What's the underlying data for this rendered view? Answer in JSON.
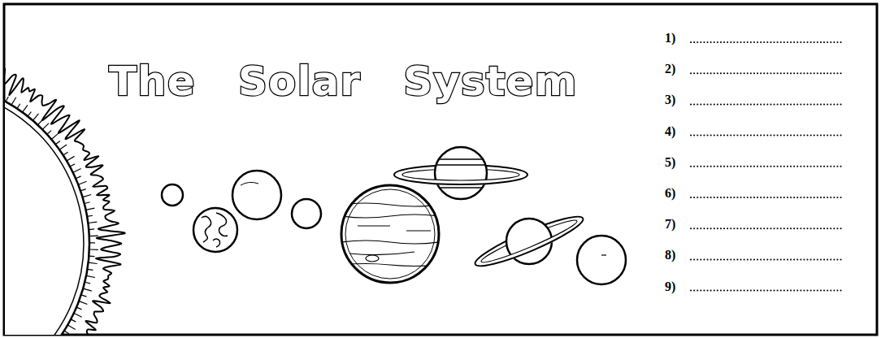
{
  "diagram": {
    "title": "The Solar System",
    "labels": [
      "1)",
      "2)",
      "3)",
      "4)",
      "5)",
      "6)",
      "7)",
      "8)",
      "9)"
    ]
  }
}
